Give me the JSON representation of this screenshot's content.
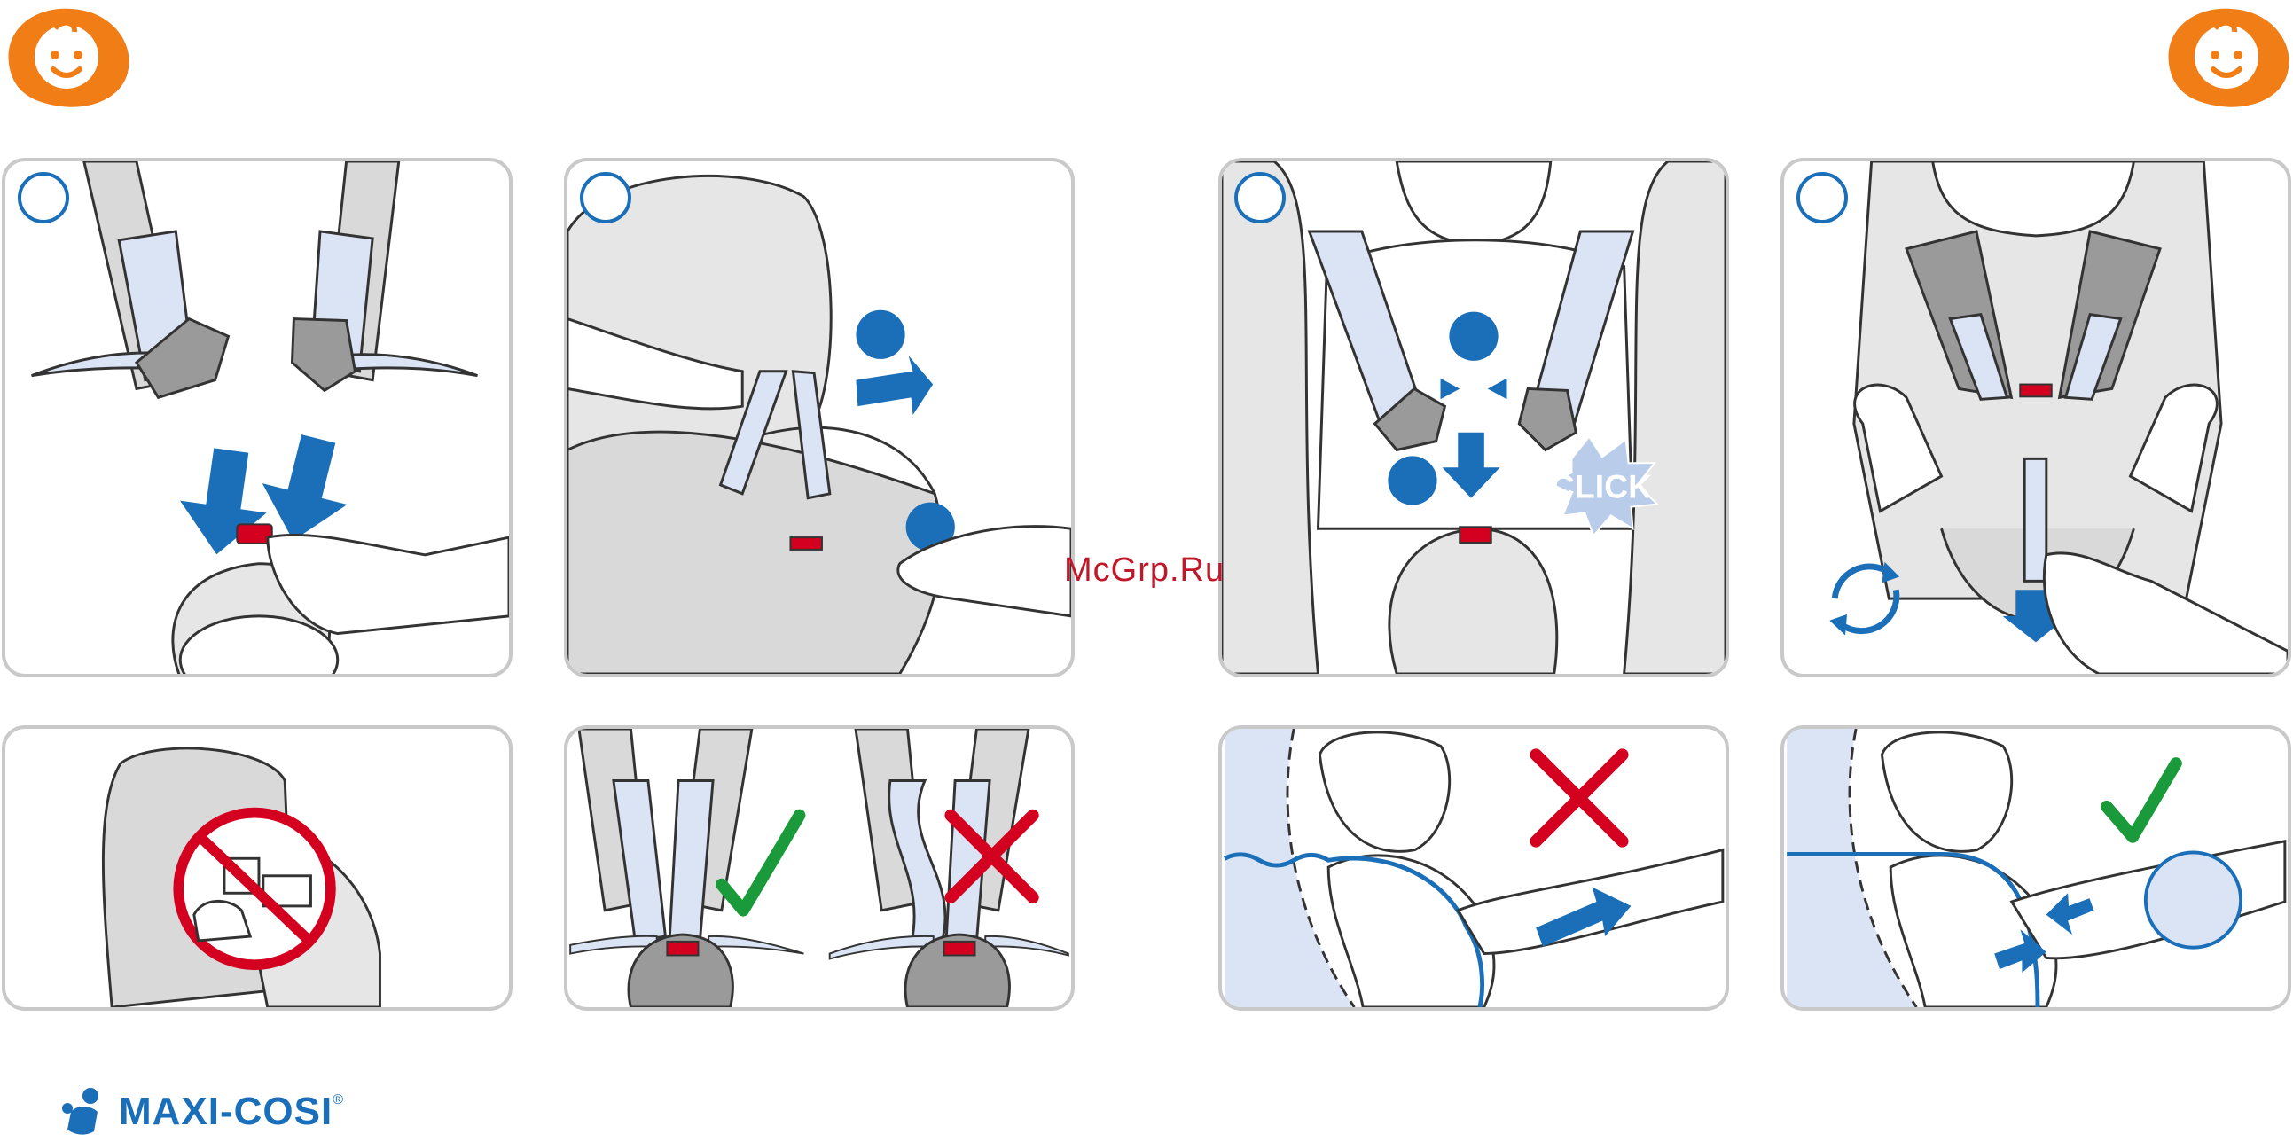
{
  "watermark": "McGrp.Ru",
  "click_text": "CLICK",
  "brand": {
    "name": "MAXI-COSI",
    "trademark": "®"
  },
  "colors": {
    "accent_blue": "#1a6fb8",
    "light_blue": "#dbe4f5",
    "orange": "#f07d16",
    "red": "#d4001f",
    "green": "#1a9a3a",
    "panel_border": "#c9c9c9",
    "seat_gray": "#d9d9d9"
  },
  "icons": {
    "top_left": "baby-face-icon",
    "top_right": "baby-face-icon"
  }
}
